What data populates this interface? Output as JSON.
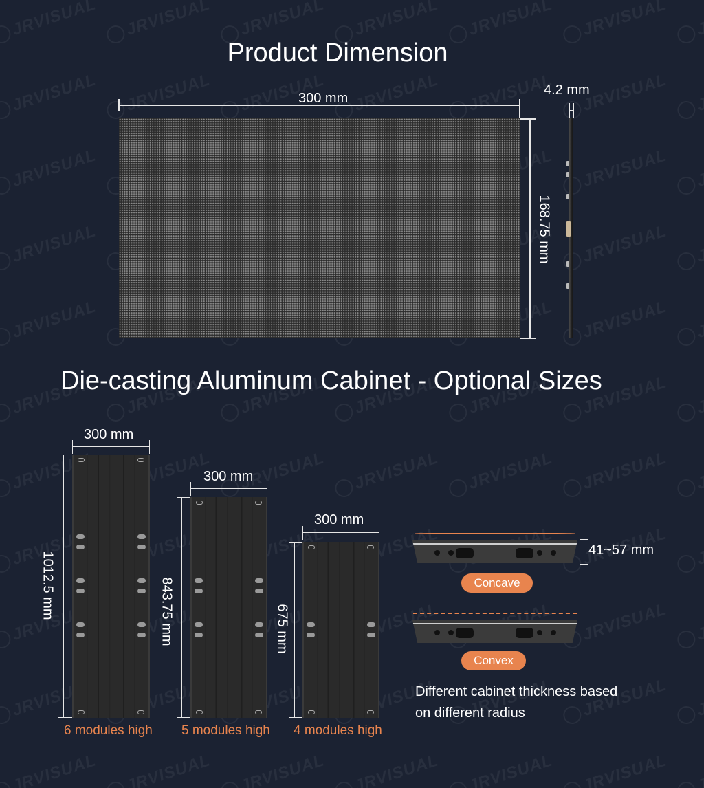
{
  "watermark": {
    "text": "JRVISUAL",
    "icon": "jr-logo-icon"
  },
  "product_dimension": {
    "title": "Product Dimension",
    "width_label": "300 mm",
    "height_label": "168.75 mm",
    "thickness_label": "4.2 mm"
  },
  "cabinet_section": {
    "title": "Die-casting Aluminum Cabinet  - Optional Sizes",
    "cabinets": [
      {
        "width_label": "300 mm",
        "height_label": "1012.5 mm",
        "caption": "6 modules high"
      },
      {
        "width_label": "300 mm",
        "height_label": "843.75 mm",
        "caption": "5 modules high"
      },
      {
        "width_label": "300 mm",
        "height_label": "675 mm",
        "caption": "4 modules high"
      }
    ],
    "curve": {
      "thickness_label": "41~57 mm",
      "concave_label": "Concave",
      "convex_label": "Convex",
      "description_line1": "Different cabinet thickness based",
      "description_line2": "on different radius"
    }
  },
  "colors": {
    "background": "#1b2232",
    "accent_orange": "#e8844e",
    "text": "#ffffff"
  }
}
